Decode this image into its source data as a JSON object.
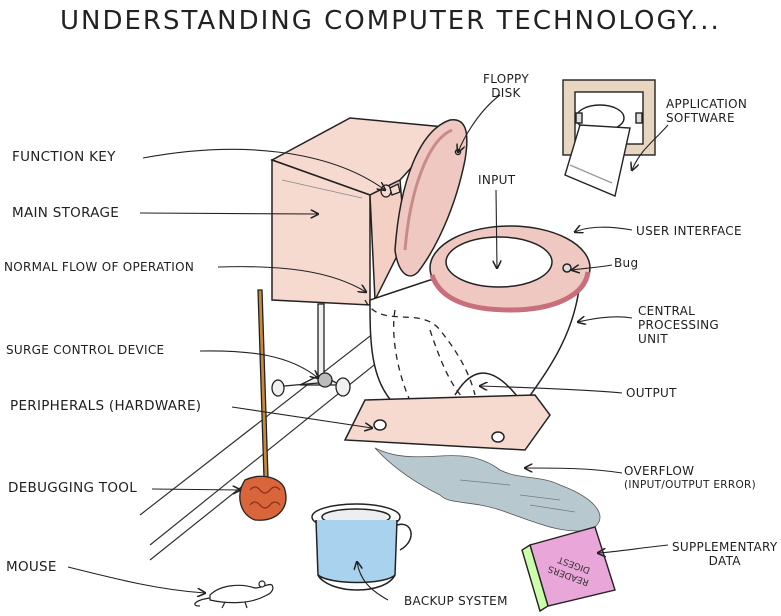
{
  "title": "UNDERSTANDING COMPUTER TECHNOLOGY...",
  "labels": {
    "function_key": "FUNCTION KEY",
    "main_storage": "MAIN STORAGE",
    "normal_flow": "NORMAL FLOW OF OPERATION",
    "surge_control": "SURGE CONTROL DEVICE",
    "peripherals": "PERIPHERALS (HARDWARE)",
    "debugging_tool": "DEBUGGING TOOL",
    "mouse": "MOUSE",
    "floppy_disk_1": "FLOPPY",
    "floppy_disk_2": "DISK",
    "input": "INPUT",
    "application_software_1": "APPLICATION",
    "application_software_2": "SOFTWARE",
    "user_interface": "USER INTERFACE",
    "bug": "Bug",
    "cpu_1": "CENTRAL",
    "cpu_2": "PROCESSING",
    "cpu_3": "UNIT",
    "output": "OUTPUT",
    "overflow_1": "OVERFLOW",
    "overflow_2": "(INPUT/OUTPUT ERROR)",
    "supplementary_1": "SUPPLEMENTARY",
    "supplementary_2": "DATA",
    "backup_system": "BACKUP SYSTEM",
    "book_title_1": "READERS",
    "book_title_2": "DIGEST"
  },
  "colors": {
    "toilet_pink": "#f6d9cf",
    "seat_pink": "#f0c8c2",
    "seat_edge": "#d99a9a",
    "plunger_handle": "#c88a3a",
    "plunger_head": "#d9653a",
    "potty_blue": "#a9d2ee",
    "book_pink": "#e9a6d8",
    "water_grey": "#b8c8cf",
    "ink": "#222222"
  }
}
